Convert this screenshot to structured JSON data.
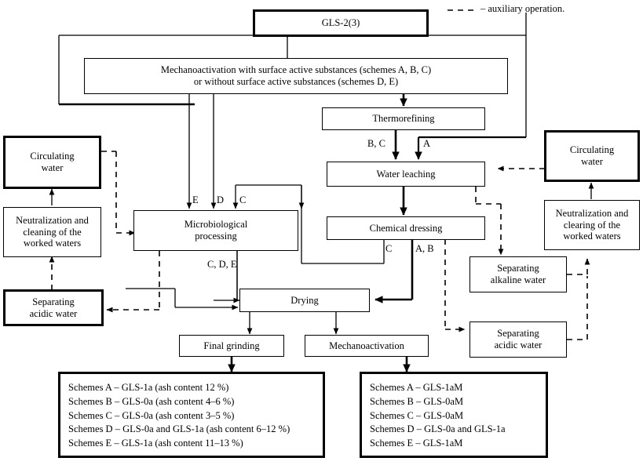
{
  "legend": {
    "dash_label": "– auxiliary operation."
  },
  "boxes": {
    "source": "GLS-2(3)",
    "mechanoactivation_sas": "Mechanoactivation with surface active substances (schemes A, B, C)\nor without surface active substances (schemes D, E)",
    "mechanoactivation_sas_line1": "Mechanoactivation with surface active substances (schemes A, B, C)",
    "mechanoactivation_sas_line2": "or without surface active substances (schemes D, E)",
    "thermorefining": "Thermorefining",
    "water_leaching": "Water leaching",
    "chemical_dressing": "Chemical dressing",
    "microbiological_processing_line1": "Microbiological",
    "microbiological_processing_line2": "processing",
    "drying": "Drying",
    "final_grinding": "Final grinding",
    "mechanoactivation": "Mechanoactivation",
    "circulating_water_left_line1": "Circulating",
    "circulating_water_left_line2": "water",
    "circulating_water_right_line1": "Circulating",
    "circulating_water_right_line2": "water",
    "neutralization_left_line1": "Neutralization and",
    "neutralization_left_line2": "cleaning of the",
    "neutralization_left_line3": "worked waters",
    "neutralization_right_line1": "Neutralization and",
    "neutralization_right_line2": "clearing of the",
    "neutralization_right_line3": "worked waters",
    "separating_acidic_left_line1": "Separating",
    "separating_acidic_left_line2": "acidic water",
    "separating_alkaline_right_line1": "Separating",
    "separating_alkaline_right_line2": "alkaline water",
    "separating_acidic_right_line1": "Separating",
    "separating_acidic_right_line2": "acidic water"
  },
  "edge_labels": {
    "e_to_micro": "E",
    "d_to_micro": "D",
    "c_to_micro": "C",
    "bc_to_leaching": "B, C",
    "a_to_leaching": "A",
    "c_from_dressing": "C",
    "ab_from_dressing": "A, B",
    "cde_from_micro": "C, D, E"
  },
  "results_left": {
    "rows": [
      {
        "scheme": "Schemes A",
        "dash": "–",
        "product": "GLS-1",
        "sub": "a",
        "detail": "(ash content 12 %)"
      },
      {
        "scheme": "Schemes B",
        "dash": "–",
        "product": "GLS-0",
        "sub": "a",
        "detail": "(ash content 4–6 %)"
      },
      {
        "scheme": "Schemes C",
        "dash": "–",
        "product": "GLS-0",
        "sub": "a",
        "detail": "(ash content 3–5 %)"
      },
      {
        "scheme": "Schemes D",
        "dash": "–",
        "product": "GLS-0",
        "sub": "a",
        "detail": "and GLS-1",
        "sub2": "a",
        "detail2": "(ash content 6–12 %)"
      },
      {
        "scheme": "Schemes E",
        "dash": "–",
        "product": "GLS-1",
        "sub": "a",
        "detail": "(ash content 11–13 %)"
      }
    ],
    "line1": "Schemes A – GLS-1a (ash content 12 %)",
    "line2": "Schemes B – GLS-0a (ash content 4–6 %)",
    "line3": "Schemes C – GLS-0a (ash content 3–5 %)",
    "line4": "Schemes D – GLS-0a and GLS-1a (ash content 6–12 %)",
    "line5": "Schemes E – GLS-1a (ash content 11–13 %)"
  },
  "results_right": {
    "line1": "Schemes A – GLS-1aM",
    "line2": "Schemes B – GLS-0aM",
    "line3": "Schemes C – GLS-0aM",
    "line4": "Schemes D – GLS-0a and GLS-1a",
    "line5": "Schemes E – GLS-1aM"
  },
  "colors": {
    "line": "#000000",
    "background": "#ffffff"
  }
}
